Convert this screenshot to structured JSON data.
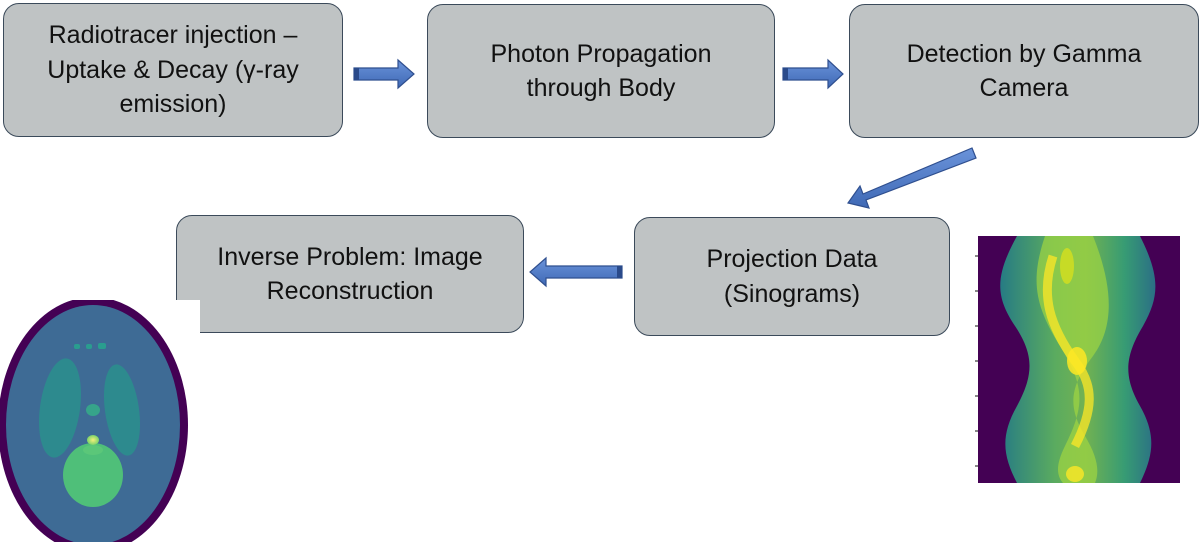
{
  "diagram": {
    "steps": [
      {
        "label": "Radiotracer injection –\nUptake & Decay (γ-ray\nemission)"
      },
      {
        "label": "Photon Propagation\nthrough Body"
      },
      {
        "label": "Detection by Gamma\nCamera"
      },
      {
        "label": "Projection Data\n(Sinograms)"
      },
      {
        "label": "Inverse Problem: Image\nReconstruction"
      }
    ]
  },
  "colors": {
    "box_fill": "#bfc3c4",
    "box_border": "#3b4a5a",
    "arrow_fill": "#4f7bc8",
    "arrow_stroke": "#2f4f8f",
    "phantom_background": "#440154",
    "sinogram_background": "#440154"
  }
}
